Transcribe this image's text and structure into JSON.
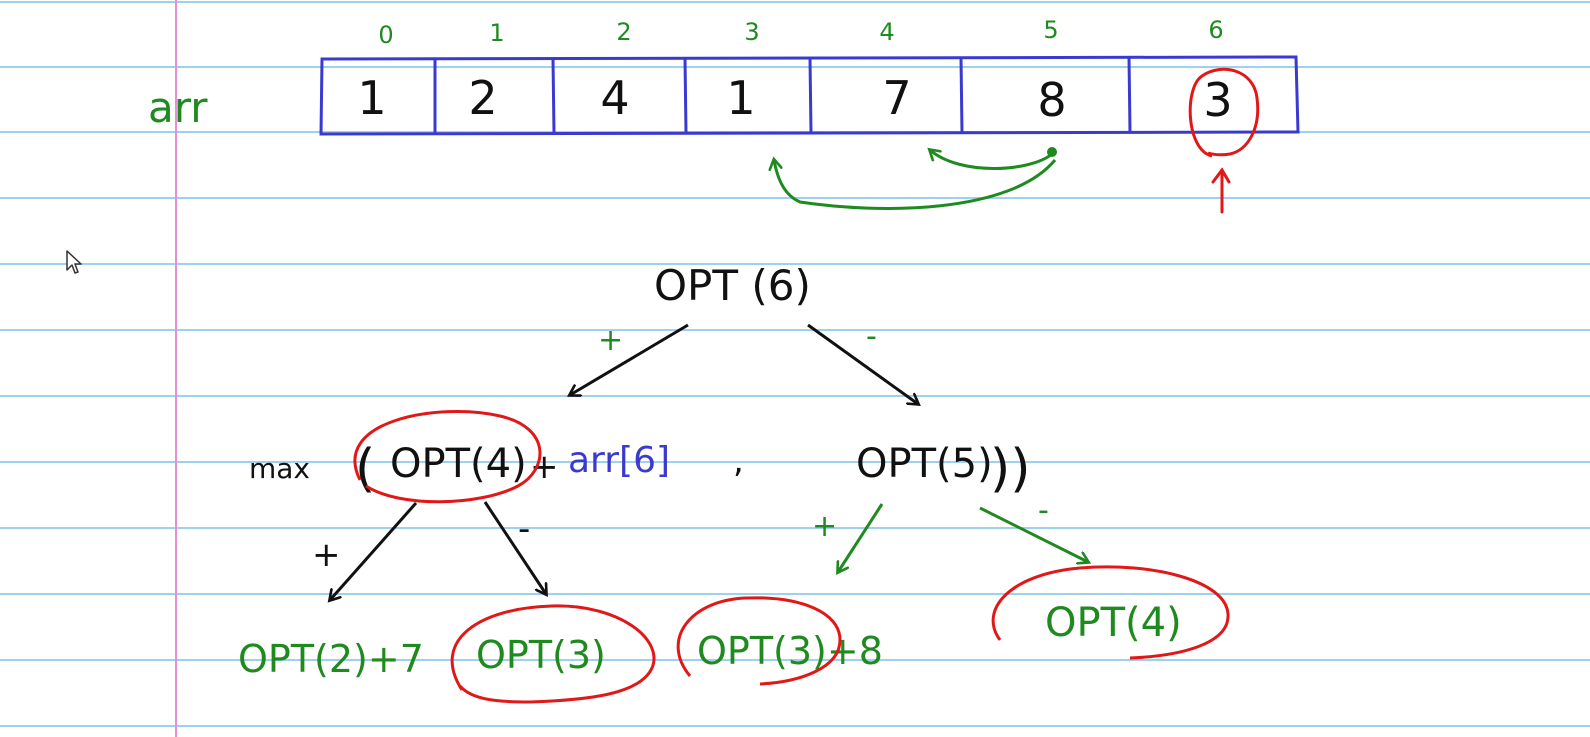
{
  "colors": {
    "paper": "#ffffff",
    "rule_line": "#9fd0ee",
    "margin_line": "#e58fd6",
    "ink_black": "#111111",
    "ink_green": "#1f8a1f",
    "ink_blue": "#3a3acc",
    "ink_red": "#e01818",
    "array_border": "#3a3ad0"
  },
  "array": {
    "label": "arr",
    "indices": [
      "0",
      "1",
      "2",
      "3",
      "4",
      "5",
      "6"
    ],
    "values": [
      "1",
      "2",
      "4",
      "1",
      "7",
      "8",
      "3"
    ],
    "highlighted_index": 6
  },
  "tree": {
    "root": "OPT (6)",
    "branch_plus": "+",
    "branch_minus": "-",
    "max_word": "max",
    "open_paren": "(",
    "left_term": "OPT(4)",
    "plus_sign": "+",
    "arr_term": "arr[6]",
    "comma": ",",
    "right_term": "OPT(5)",
    "close_parens": "))",
    "left_plus": "+",
    "left_minus": "-",
    "right_plus": "+",
    "right_minus": "-",
    "leaf_1": "OPT(2)+7",
    "leaf_2": "OPT(3)",
    "leaf_3": "OPT(3)+8",
    "leaf_4": "OPT(4)"
  },
  "icons": {
    "cursor": "mouse-pointer-icon"
  }
}
